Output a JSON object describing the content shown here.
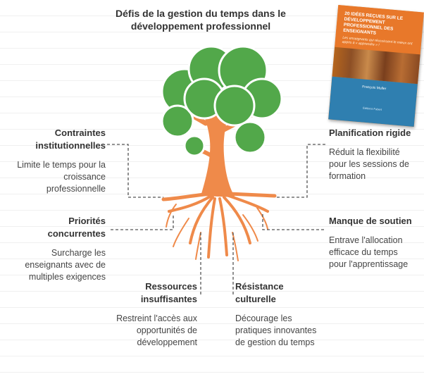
{
  "title": "Défis de la gestion du temps dans le développement professionnel",
  "colors": {
    "foliage": "#52a84a",
    "foliage_stroke": "#ffffff",
    "trunk": "#ef8a4a",
    "connector": "#555555"
  },
  "book": {
    "title": "20 idées reçues sur le développement professionnel des enseignants",
    "subtitle": "Les enseignants qui réussissent le mieux ont appris à « apprendre » !",
    "author": "François Muller",
    "publisher": "Éditions Fabert"
  },
  "challenges": {
    "contraintes": {
      "title": "Contraintes institutionnelles",
      "desc": "Limite le temps pour la croissance professionnelle"
    },
    "priorites": {
      "title": "Priorités concurrentes",
      "desc": "Surcharge les enseignants avec de multiples exigences"
    },
    "ressources": {
      "title": "Ressources insuffisantes",
      "desc": "Restreint l'accès aux opportunités de développement"
    },
    "resistance": {
      "title": "Résistance culturelle",
      "desc": "Décourage les pratiques innovantes de gestion du temps"
    },
    "planification": {
      "title": "Planification rigide",
      "desc": "Réduit la flexibilité pour les sessions de formation"
    },
    "soutien": {
      "title": "Manque de soutien",
      "desc": "Entrave l'allocation efficace du temps pour l'apprentissage"
    }
  }
}
